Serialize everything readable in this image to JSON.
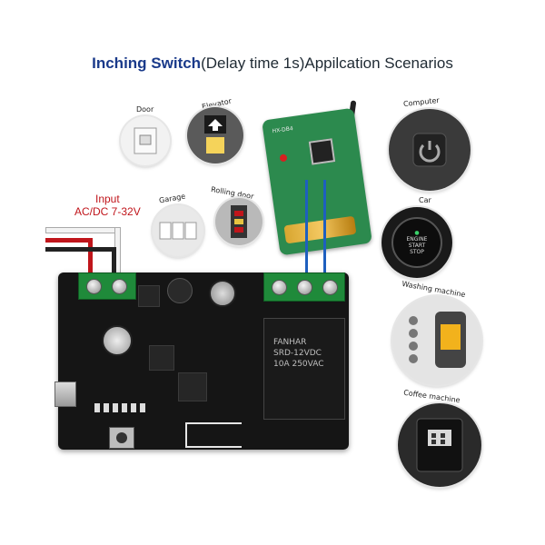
{
  "title": {
    "bold": "Inching Switch",
    "rest": "(Delay time 1s)Appilcation Scenarios"
  },
  "input_label": {
    "line1": "Input",
    "line2": "AC/DC 7-32V"
  },
  "scenarios": {
    "door": "Door",
    "elevator": "Elevator",
    "garage": "Garage",
    "rolling_door": "Rolling door",
    "computer": "Computer",
    "car": "Car",
    "washing_machine": "Washing machine",
    "coffee_machine": "Coffee machine"
  },
  "car_button": {
    "line1": "ENGINE",
    "line2": "START",
    "line3": "STOP"
  },
  "relay": {
    "brand": "FANHAR",
    "line1": "SRD-12VDC",
    "line2": "10A 250VAC"
  },
  "remote": {
    "board_id": "HX-DB4"
  },
  "colors": {
    "title_bold": "#1a3a8a",
    "input_label": "#c0151b",
    "pcb": "#151515",
    "terminal": "#1f8a3a",
    "wire_blue": "#1e5fbf",
    "wire_red": "#c0151b"
  }
}
